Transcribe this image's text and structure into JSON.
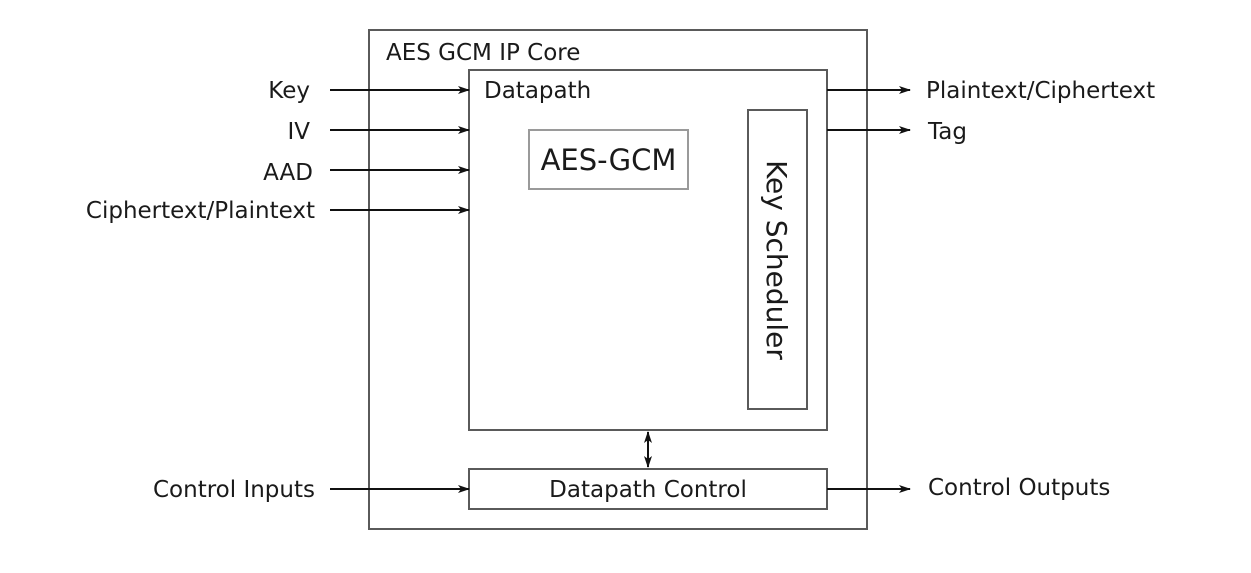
{
  "core": {
    "title": "AES GCM IP Core"
  },
  "datapath": {
    "title": "Datapath"
  },
  "blocks": {
    "aes_gcm": "AES-GCM",
    "key_scheduler": "Key Scheduler",
    "datapath_control": "Datapath Control"
  },
  "inputs": [
    "Key",
    "IV",
    "AAD",
    "Ciphertext/Plaintext"
  ],
  "outputs": [
    "Plaintext/Ciphertext",
    "Tag"
  ],
  "control": {
    "inputs": "Control Inputs",
    "outputs": "Control Outputs"
  }
}
